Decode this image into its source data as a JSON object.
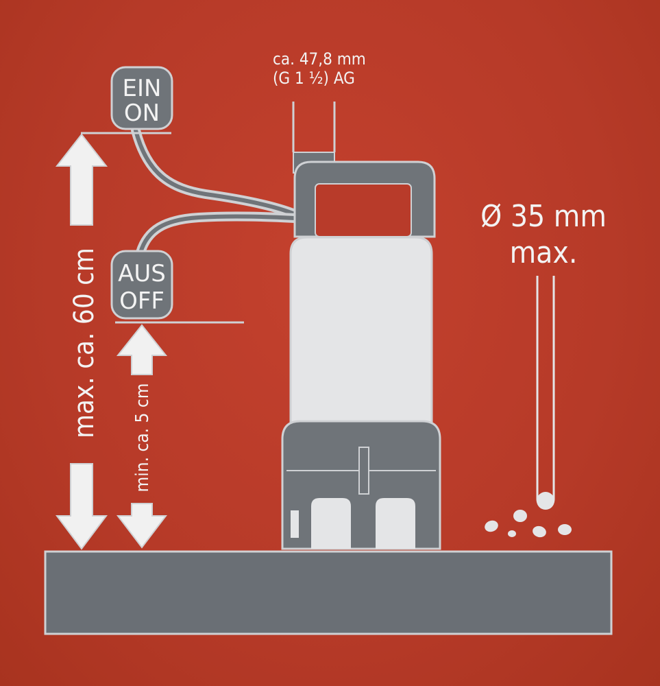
{
  "colors": {
    "background": "#b83b2a",
    "pump_body": "#e4e5e7",
    "pump_frame": "#6f7479",
    "outline": "#cfd1d4",
    "base": "#6a6f75"
  },
  "switch_on": {
    "line1": "EIN",
    "line2": "ON"
  },
  "switch_off": {
    "line1": "AUS",
    "line2": "OFF"
  },
  "outlet": {
    "line1": "ca. 47,8 mm",
    "line2": "(G 1 ½) AG"
  },
  "particle": {
    "line1": "Ø 35 mm",
    "line2": "max."
  },
  "dimensions": {
    "max_height": "max. ca. 60 cm",
    "min_height": "min. ca. 5 cm"
  },
  "icons": [
    "up-arrow-icon",
    "down-arrow-icon",
    "float-switch-icon",
    "pump-icon"
  ]
}
